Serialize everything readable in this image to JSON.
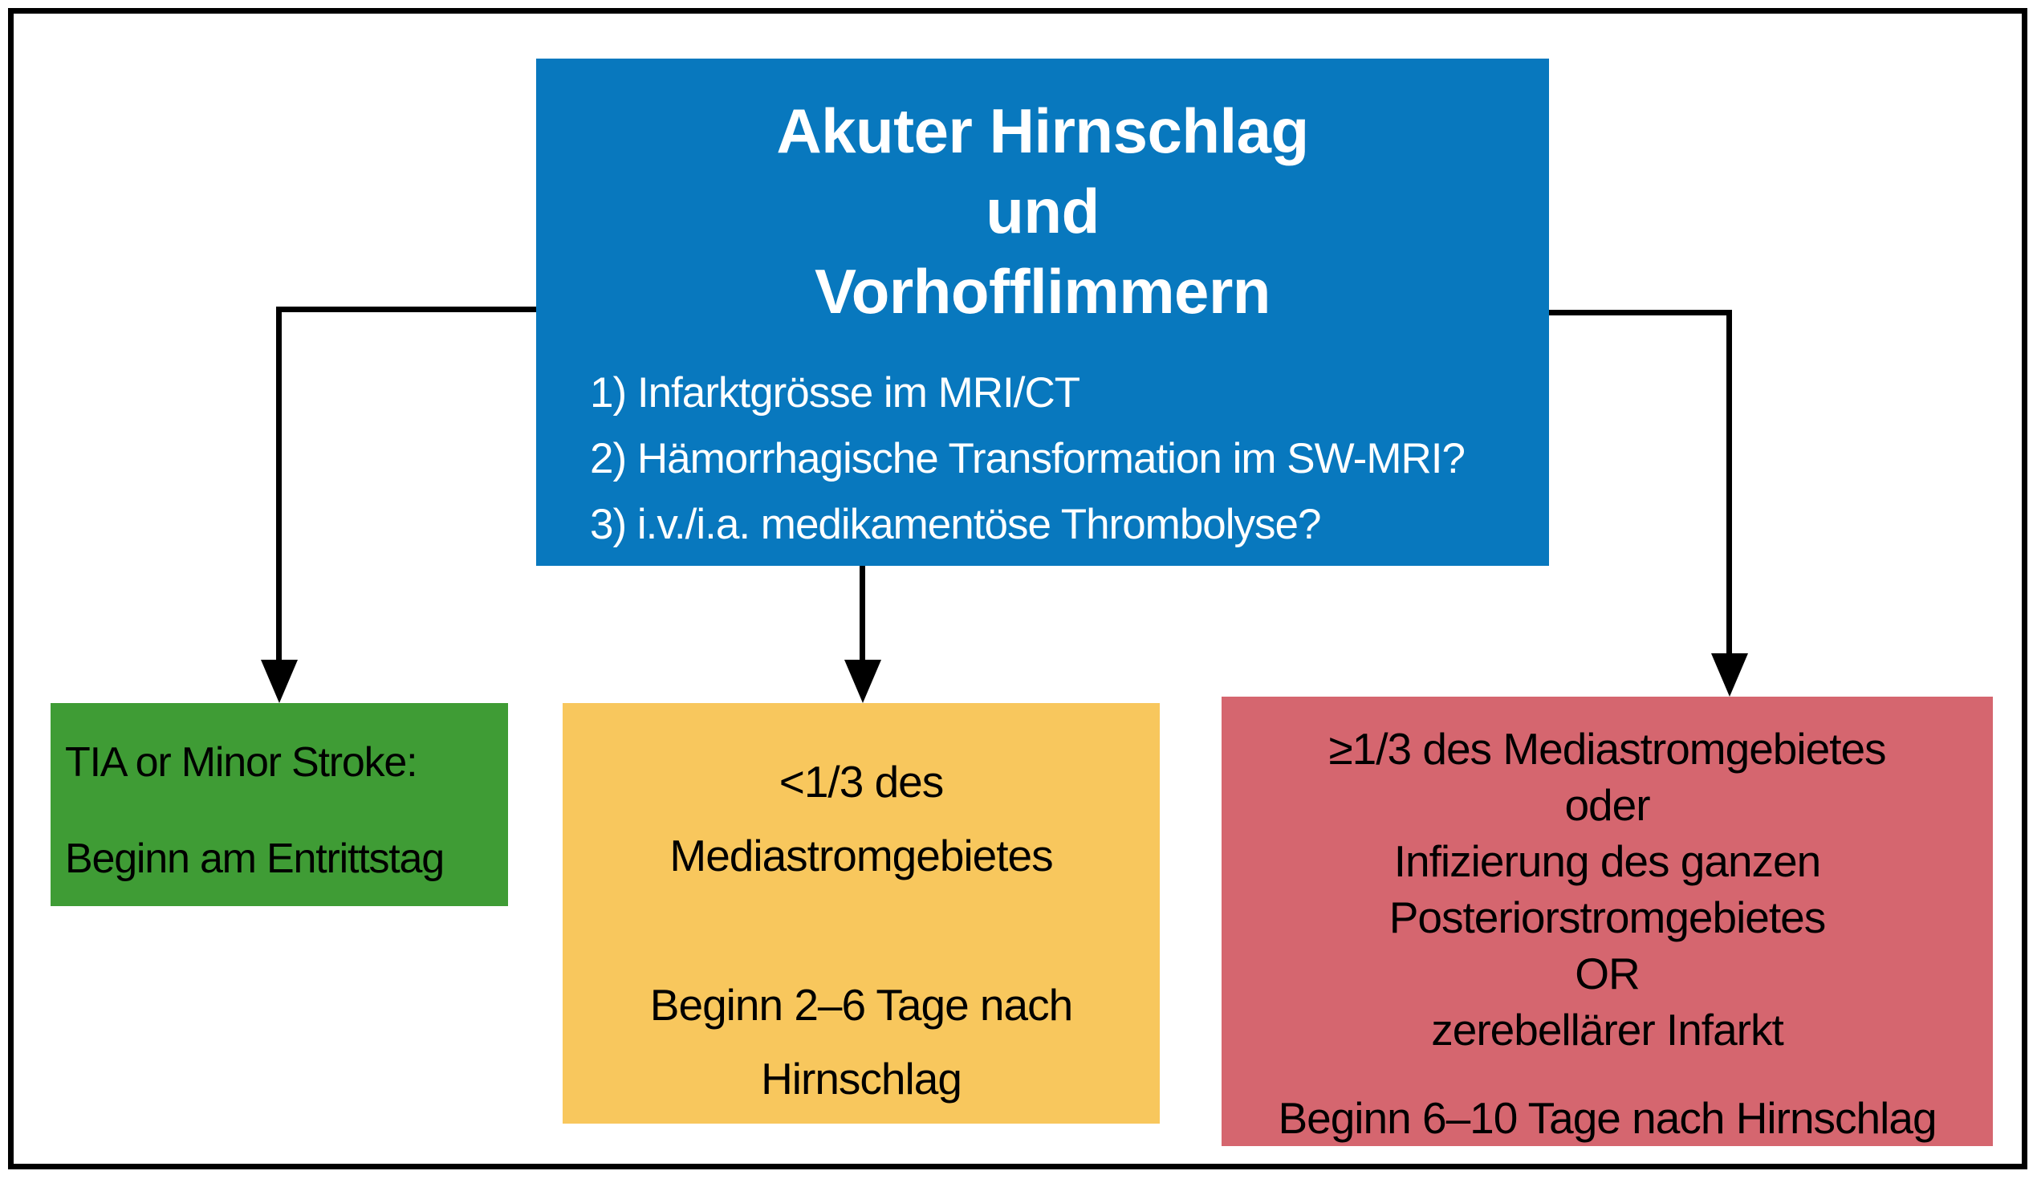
{
  "colors": {
    "root_blue": "#0878BE",
    "branch_green": "#3F9C35",
    "branch_yellow": "#F8C75D",
    "branch_red": "#D5666F",
    "line_black": "#000000"
  },
  "root": {
    "title_line1": "Akuter Hirnschlag",
    "title_line2": "und",
    "title_line3": "Vorhofflimmern",
    "item1": "1) Infarktgrösse im MRI/CT",
    "item2": "2) Hämorrhagische Transformation im SW-MRI?",
    "item3": "3) i.v./i.a. medikamentöse Thrombolyse?"
  },
  "branch_green": {
    "line1": "TIA or Minor Stroke:",
    "line2": "Beginn am Entrittstag"
  },
  "branch_yellow": {
    "line1": "<1/3 des",
    "line2": "Mediastromgebietes",
    "line3": "Beginn 2–6 Tage nach",
    "line4": "Hirnschlag"
  },
  "branch_red": {
    "line1": "≥1/3 des Mediastromgebietes",
    "line2": "oder",
    "line3": "Infizierung des ganzen",
    "line4": "Posteriorstromgebietes",
    "line5": "OR",
    "line6": "zerebellärer Infarkt",
    "line7": "Beginn 6–10 Tage nach Hirnschlag"
  }
}
